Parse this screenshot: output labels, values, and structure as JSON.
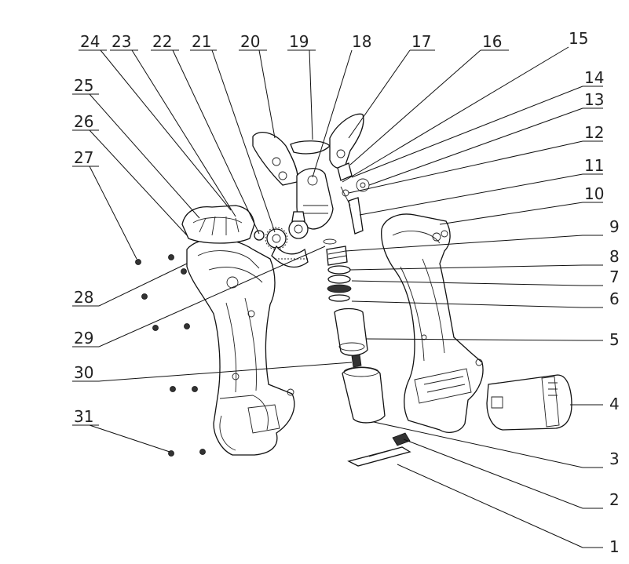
{
  "callouts": [
    {
      "id": "1",
      "label": "1"
    },
    {
      "id": "2",
      "label": "2"
    },
    {
      "id": "3",
      "label": "3"
    },
    {
      "id": "4",
      "label": "4"
    },
    {
      "id": "5",
      "label": "5"
    },
    {
      "id": "6",
      "label": "6"
    },
    {
      "id": "7",
      "label": "7"
    },
    {
      "id": "8",
      "label": "8"
    },
    {
      "id": "9",
      "label": "9"
    },
    {
      "id": "10",
      "label": "10"
    },
    {
      "id": "11",
      "label": "11"
    },
    {
      "id": "12",
      "label": "12"
    },
    {
      "id": "13",
      "label": "13"
    },
    {
      "id": "14",
      "label": "14"
    },
    {
      "id": "15",
      "label": "15"
    },
    {
      "id": "16",
      "label": "16"
    },
    {
      "id": "17",
      "label": "17"
    },
    {
      "id": "18",
      "label": "18"
    },
    {
      "id": "19",
      "label": "19"
    },
    {
      "id": "20",
      "label": "20"
    },
    {
      "id": "21",
      "label": "21"
    },
    {
      "id": "22",
      "label": "22"
    },
    {
      "id": "23",
      "label": "23"
    },
    {
      "id": "24",
      "label": "24"
    },
    {
      "id": "25",
      "label": "25"
    },
    {
      "id": "26",
      "label": "26"
    },
    {
      "id": "27",
      "label": "27"
    },
    {
      "id": "28",
      "label": "28"
    },
    {
      "id": "29",
      "label": "29"
    },
    {
      "id": "30",
      "label": "30"
    },
    {
      "id": "31",
      "label": "31"
    }
  ]
}
